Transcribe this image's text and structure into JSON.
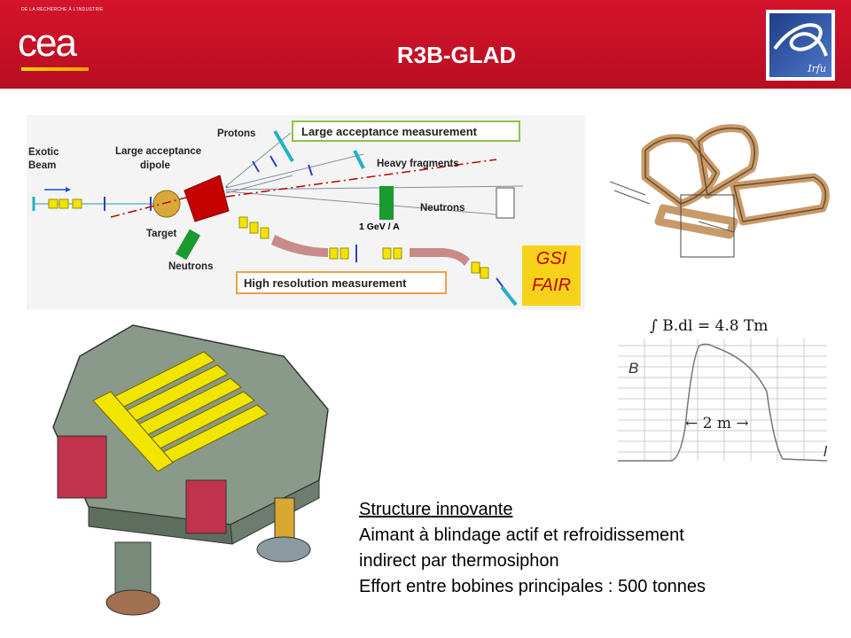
{
  "header": {
    "title": "R3B-GLAD",
    "cea_tagline": "DE LA RECHERCHE À L'INDUSTRIE",
    "cea_logo_text": "cea",
    "irfu_logo_text": "Irfu",
    "band_color": "#c8102e"
  },
  "diagram": {
    "labels": {
      "exotic_beam": [
        "Exotic",
        "Beam"
      ],
      "dipole": [
        "Large acceptance",
        "dipole"
      ],
      "target": "Target",
      "protons": "Protons",
      "heavy_fragments": "Heavy fragments",
      "neutrons_right": "Neutrons",
      "neutrons_bottom": "Neutrons",
      "energy": "1 GeV / A",
      "large_acceptance_box": "Large  acceptance  measurement",
      "high_resolution_box": "High  resolution  measurement"
    },
    "gsi_fair": [
      "GSI",
      "FAIR"
    ]
  },
  "field_plot": {
    "equation": "∫ B.dl = 4.8 Tm",
    "y_label": "B",
    "x_label": "l",
    "width_label": "← 2 m →"
  },
  "text": {
    "line1": "Structure innovante",
    "line2": "Aimant à blindage  actif et refroidissement",
    "line3": "indirect par thermosiphon",
    "line4": "Effort entre bobines principales : 500 tonnes"
  }
}
